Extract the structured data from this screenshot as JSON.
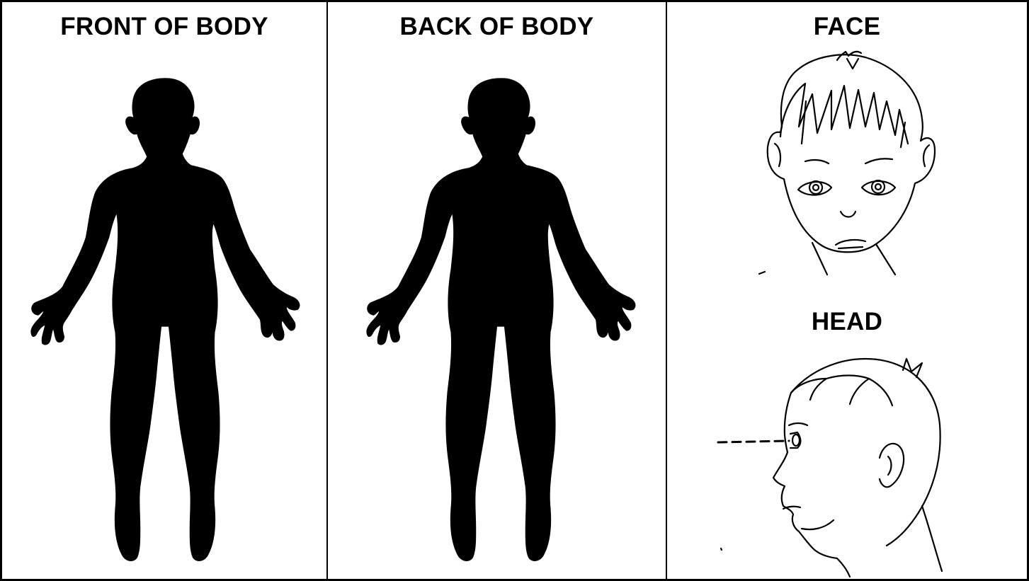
{
  "panels": {
    "front": {
      "title": "FRONT OF BODY"
    },
    "back": {
      "title": "BACK OF BODY"
    },
    "face": {
      "title": "FACE"
    },
    "head": {
      "title": "HEAD"
    }
  }
}
